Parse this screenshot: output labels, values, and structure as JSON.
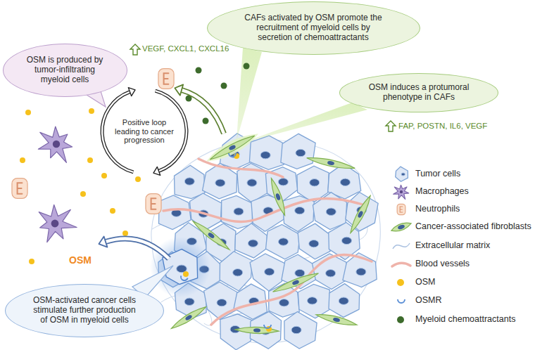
{
  "diagram": {
    "nodes": [
      {
        "text": [
          "OSM is produced by tumor-infiltrating myeloid cells"
        ]
      },
      {
        "text": [
          "CAFs activated by OSM promote the recruitment of myeloid cells by secretion of chemoattractants"
        ]
      },
      {
        "text": [
          "OSM induces a protumoral phenotype in CAFs"
        ]
      },
      {
        "text": [
          "Positive loop leading to cancer progression"
        ]
      },
      {
        "text": [
          "OSM-activated cancer cells stimulate further production of OSM in myeloid cells"
        ]
      }
    ],
    "labels": [
      "VEGF, CXCL1, CXCL16",
      "FAP, POSTN, IL6, VEGF",
      "OSM"
    ],
    "legend": [
      {
        "text": "Tumor cells"
      },
      {
        "text": "Macrophages"
      },
      {
        "text": "Neutrophils"
      },
      {
        "text": "Cancer-associated fibroblasts"
      },
      {
        "text": "Extracellular matrix"
      },
      {
        "text": "Blood vessels"
      },
      {
        "text": "OSM",
        "color": "#f6c11c"
      },
      {
        "text": "OSMR"
      },
      {
        "text": "Myeloid chemoattractants",
        "color": "#3d6b2c"
      }
    ]
  }
}
